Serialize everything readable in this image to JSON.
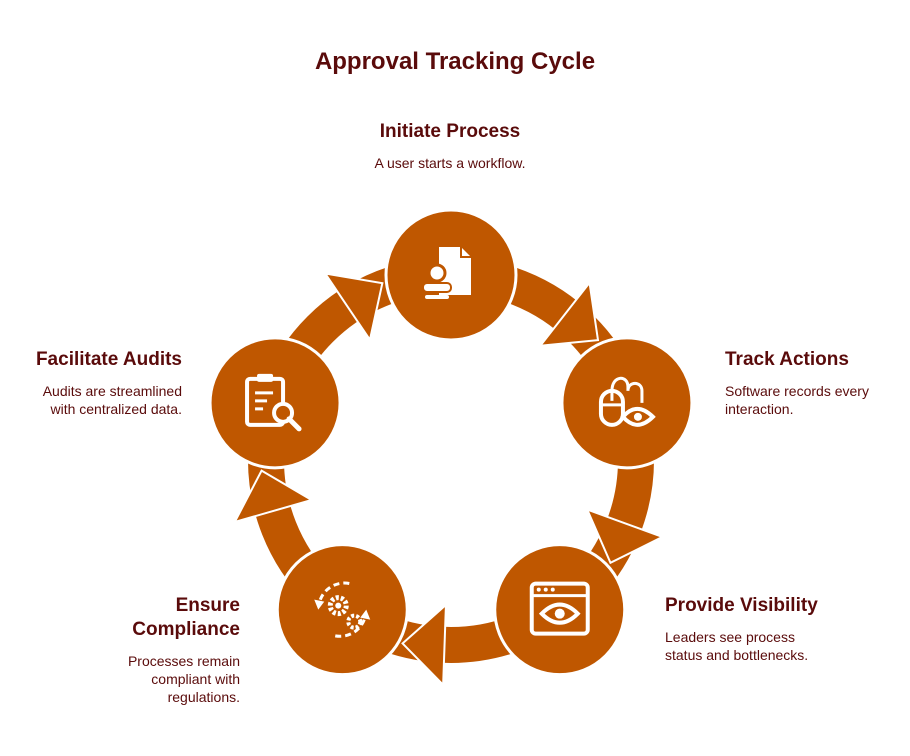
{
  "title": "Approval Tracking Cycle",
  "accent_color": "#BF5700",
  "steps": [
    {
      "title": "Initiate Process",
      "desc": "A user starts a workflow.",
      "icon": "stamp-document-icon"
    },
    {
      "title": "Track Actions",
      "desc": "Software records every interaction.",
      "icon": "mouse-eye-icon"
    },
    {
      "title": "Provide Visibility",
      "desc": "Leaders see process status and bottlenecks.",
      "icon": "browser-eye-icon"
    },
    {
      "title": "Ensure Compliance",
      "desc": "Processes remain compliant with regulations.",
      "icon": "gears-cycle-icon"
    },
    {
      "title": "Facilitate Audits",
      "desc": "Audits are streamlined with centralized data.",
      "icon": "clipboard-search-icon"
    }
  ]
}
